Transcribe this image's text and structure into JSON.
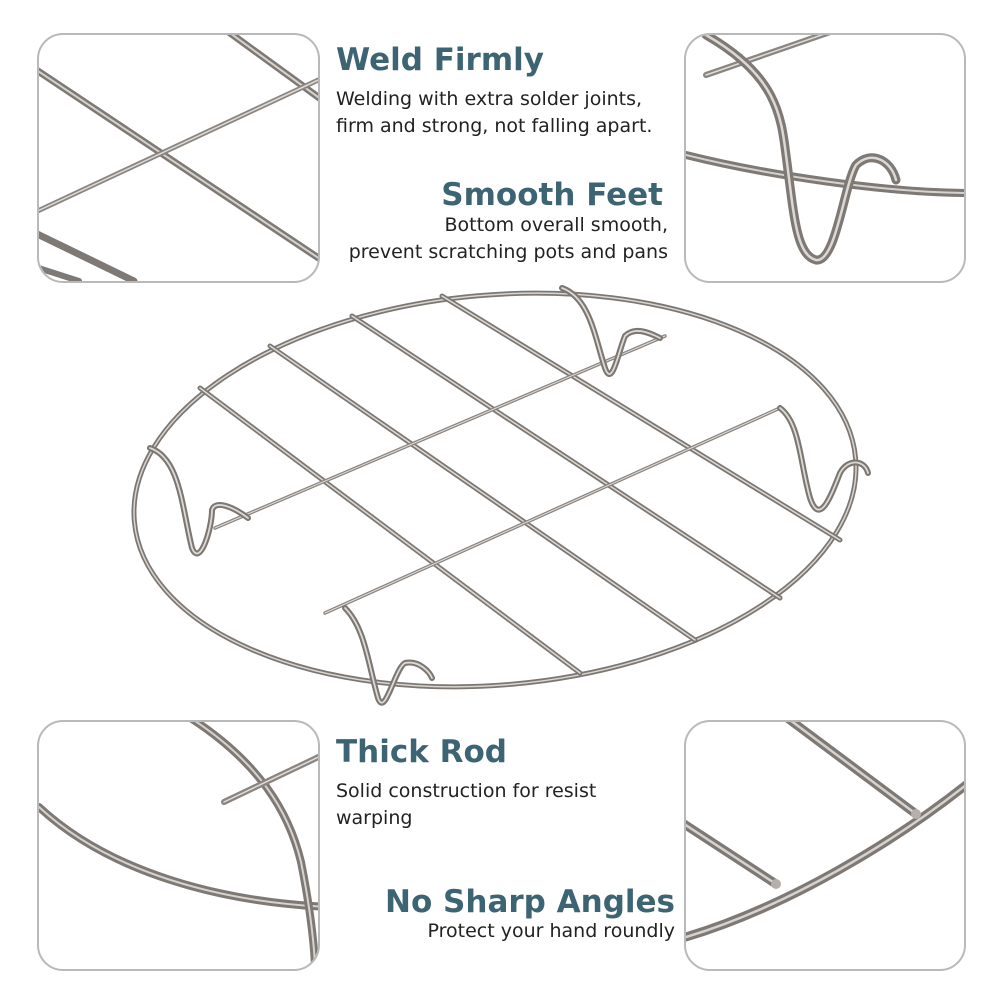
{
  "colors": {
    "heading": "#3d6473",
    "body_text": "#222222",
    "panel_border": "#b9b9b9",
    "metal": "#8c8682"
  },
  "features": {
    "weld": {
      "title": "Weld Firmly",
      "lines": [
        "Welding with extra solder joints,",
        "firm and strong, not falling apart."
      ]
    },
    "feet": {
      "title": "Smooth Feet",
      "lines": [
        "Bottom overall smooth,",
        "prevent scratching pots and pans"
      ]
    },
    "rod": {
      "title": "Thick Rod",
      "lines": [
        "Solid construction for resist",
        "warping"
      ]
    },
    "angles": {
      "title": "No Sharp Angles",
      "lines": [
        "Protect your hand roundly"
      ]
    }
  },
  "images": {
    "product": "round-steamer-rack",
    "closeup_tl": "weld-joint-closeup",
    "closeup_tr": "rack-foot-closeup",
    "closeup_bl": "rim-and-rod-closeup",
    "closeup_br": "rounded-rod-ends-closeup"
  }
}
